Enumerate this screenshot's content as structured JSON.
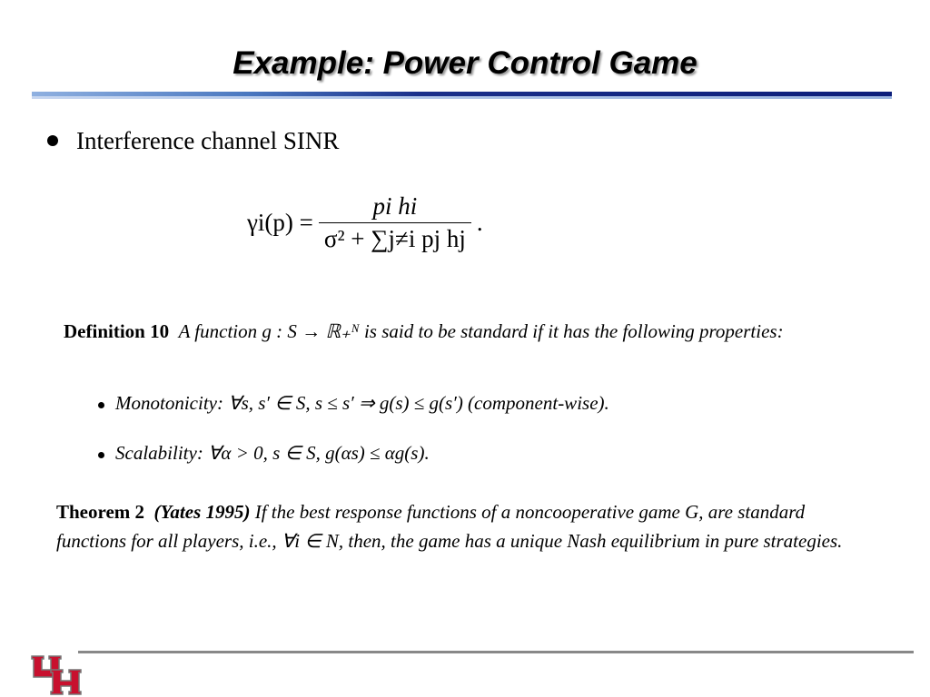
{
  "slide": {
    "title": "Example: Power Control Game",
    "bullet": "Interference channel SINR",
    "equation": {
      "lhs": "γi(p) =",
      "numerator": "pi hi",
      "denominator": "σ² + ∑j≠i pj hj",
      "trail": "."
    },
    "definition": {
      "label": "Definition 10",
      "text": "A function g : S → ℝ₊ᴺ is said to be standard if it has the following properties:",
      "properties": [
        "Monotonicity: ∀s, s′ ∈ S,  s ≤ s′ ⇒ g(s) ≤ g(s′)  (component-wise).",
        "Scalability: ∀α > 0, s ∈ S, g(αs) ≤ αg(s)."
      ]
    },
    "theorem": {
      "label": "Theorem 2",
      "cite": "(Yates 1995)",
      "text": "If the best response functions of a noncooperative game G, are standard functions for all players, i.e., ∀i ∈ N, then, the game has a unique Nash equilibrium in pure strategies."
    },
    "logo": "UH"
  },
  "colors": {
    "logo_red": "#c8102e",
    "rule_dark": "#0c1d7a"
  }
}
